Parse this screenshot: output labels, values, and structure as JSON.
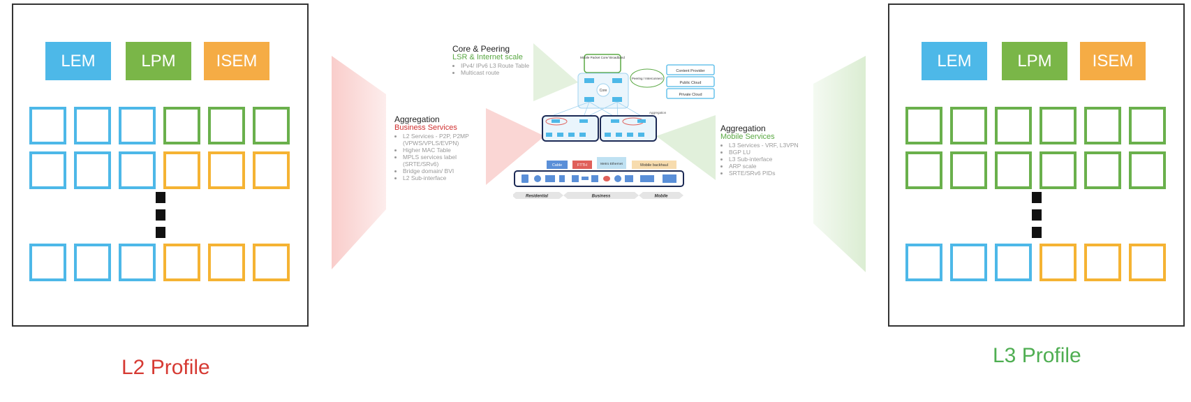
{
  "memory_types": {
    "lem": {
      "label": "LEM",
      "color": "#4db8e8"
    },
    "lpm": {
      "label": "LPM",
      "color": "#7ab648"
    },
    "isem": {
      "label": "ISEM",
      "color": "#f5ac45"
    }
  },
  "l2_profile": {
    "label": "L2 Profile",
    "label_color": "#d63a33",
    "rows": [
      [
        "LEM",
        "LEM",
        "LEM",
        "LPM",
        "LPM",
        "LPM"
      ],
      [
        "LEM",
        "LEM",
        "LEM",
        "ISEM",
        "ISEM",
        "ISEM"
      ],
      [
        "LEM",
        "LEM",
        "LEM",
        "ISEM",
        "ISEM",
        "ISEM"
      ]
    ]
  },
  "l3_profile": {
    "label": "L3 Profile",
    "label_color": "#4fae52",
    "rows": [
      [
        "LPM",
        "LPM",
        "LPM",
        "LPM",
        "LPM",
        "LPM"
      ],
      [
        "LPM",
        "LPM",
        "LPM",
        "LPM",
        "LPM",
        "LPM"
      ],
      [
        "LEM",
        "LEM",
        "LEM",
        "ISEM",
        "ISEM",
        "ISEM"
      ]
    ]
  },
  "network": {
    "core": {
      "title": "Core & Peering",
      "subtitle": "LSR & Internet scale",
      "bullets": [
        "IPv4/ IPv6 L3 Route Table",
        "Multicast route"
      ]
    },
    "agg_business": {
      "title": "Aggregation",
      "subtitle": "Business Services",
      "bullets": [
        "L2 Services - P2P, P2MP (VPWS/VPLS/EVPN)",
        "Higher MAC Table",
        "MPLS services label (SRTE/SRv6)",
        "Bridge domain/ BVI",
        "L2 Sub-interface"
      ]
    },
    "agg_mobile": {
      "title": "Aggregation",
      "subtitle": "Mobile Services",
      "bullets": [
        "L3 Services - VRF, L3VPN",
        "BGP LU",
        "L3 Sub-interface",
        "ARP scale",
        "SRTE/SRv6 PIDs"
      ]
    },
    "mobile_packet_core": "Mobile Packet Core/ Broadband",
    "peering": "Peering / Interconnect",
    "core_label": "Core",
    "aggregation_label": "Aggregation",
    "clouds": [
      "Content Provider",
      "Public Cloud",
      "Private Cloud"
    ],
    "access_tags": [
      {
        "label": "Cable",
        "color": "#5a8fd8"
      },
      {
        "label": "FTTH",
        "color": "#e0605a"
      },
      {
        "label": "Metro Ethernet",
        "color": "#bfe1f2"
      },
      {
        "label": "Mobile backhaul",
        "color": "#f7dcae"
      }
    ],
    "segments": [
      "Residential",
      "Business",
      "Mobile"
    ]
  }
}
